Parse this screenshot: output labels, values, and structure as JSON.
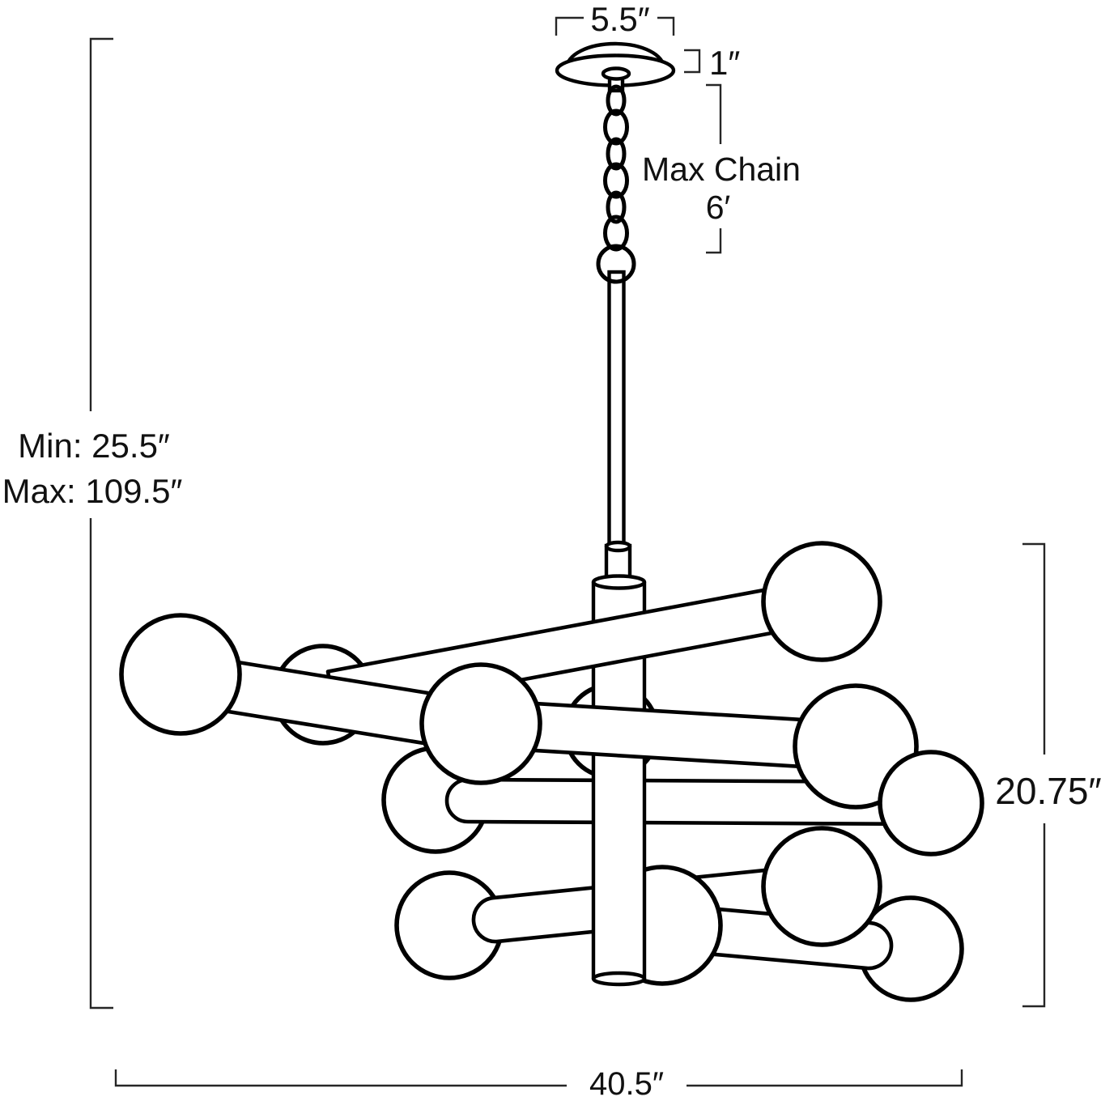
{
  "diagram": {
    "type": "product-dimension-drawing",
    "subject": "sputnik-style globe chandelier hung from chain and canopy",
    "labels": {
      "canopy_width": "5.5″",
      "canopy_height": "1″",
      "chain_label_line1": "Max Chain",
      "chain_label_line2": "6′",
      "height_min": "Min: 25.5″",
      "height_max": "Max: 109.5″",
      "fixture_height": "20.75″",
      "fixture_width": "40.5″"
    },
    "counts": {
      "globes": 12,
      "arms": 6,
      "chain_links": 6
    },
    "colors": {
      "background": "#ffffff",
      "outline": "#000000",
      "dimension": "#262626"
    }
  }
}
